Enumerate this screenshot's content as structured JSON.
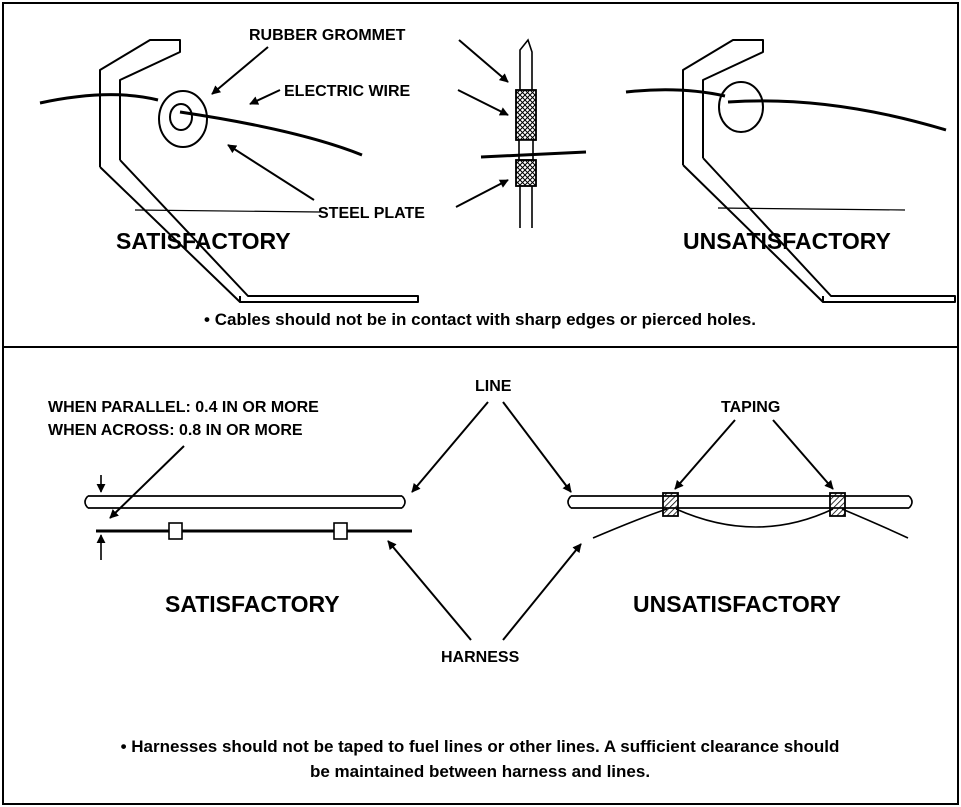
{
  "top": {
    "labels": {
      "rubber_grommet": "RUBBER GROMMET",
      "electric_wire": "ELECTRIC WIRE",
      "steel_plate": "STEEL PLATE",
      "satisfactory": "SATISFACTORY",
      "unsatisfactory": "UNSATISFACTORY"
    },
    "note": "• Cables should not be in contact with sharp edges or pierced holes."
  },
  "bottom": {
    "labels": {
      "parallel": "WHEN PARALLEL: 0.4 IN OR MORE",
      "across": "WHEN ACROSS: 0.8 IN OR MORE",
      "line": "LINE",
      "taping": "TAPING",
      "harness": "HARNESS",
      "satisfactory": "SATISFACTORY",
      "unsatisfactory": "UNSATISFACTORY"
    },
    "note_line1": "• Harnesses should not be taped to fuel lines or other lines. A sufficient clearance should",
    "note_line2": "be maintained between harness and lines."
  }
}
